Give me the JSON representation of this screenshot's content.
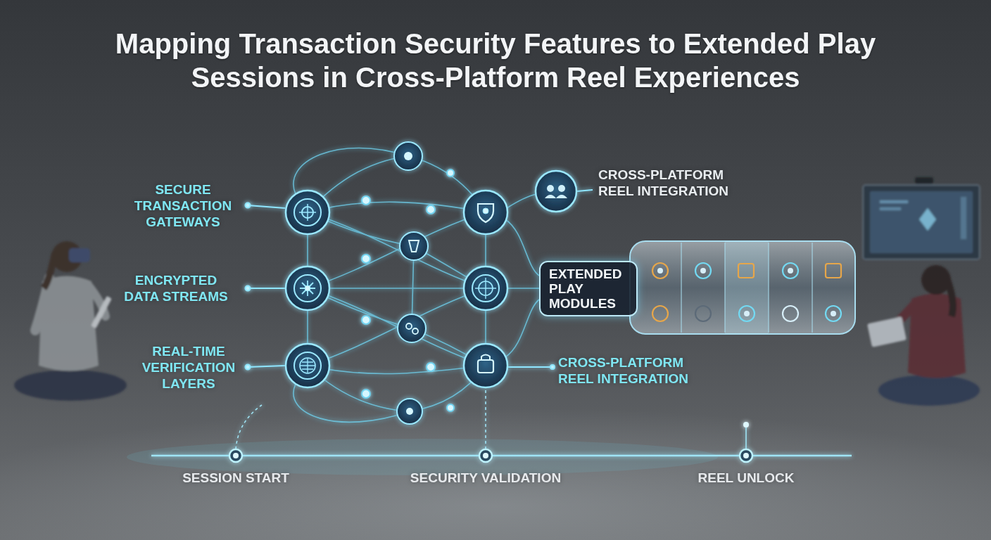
{
  "diagram": {
    "title": "Mapping Transaction Security Features to Extended Play Sessions in Cross-Platform Reel Experiences",
    "nodes": [
      {
        "text": [
          "EXTENDED PLAY MODULES"
        ]
      }
    ],
    "labels": [
      "SECURE TRANSACTION GATEWAYS",
      "ENCRYPTED DATA STREAMS",
      "REAL-TIME VERIFICATION LAYERS",
      "CROSS-PLATFORM REEL INTEGRATION",
      "CROSS-PLATFORM REEL INTEGRATION",
      "SESSION START",
      "SECURITY VALIDATION",
      "REEL UNLOCK"
    ]
  }
}
